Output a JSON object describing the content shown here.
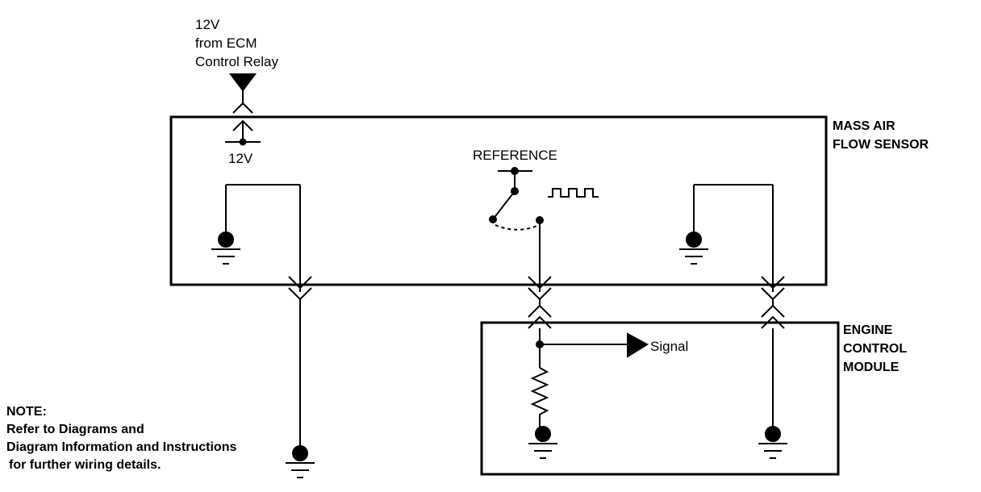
{
  "supply": {
    "line1": "12V",
    "line2": "from ECM",
    "line3": "Control Relay",
    "pin_label": "12V"
  },
  "maf": {
    "title_line1": "MASS AIR",
    "title_line2": "FLOW SENSOR",
    "reference_label": "REFERENCE"
  },
  "ecm": {
    "title_line1": "ENGINE",
    "title_line2": "CONTROL",
    "title_line3": "MODULE",
    "signal_label": "Signal"
  },
  "note": {
    "heading": "NOTE:",
    "line1": "Refer to Diagrams and",
    "line2": "Diagram Information and Instructions",
    "line3": "for further wiring details."
  }
}
